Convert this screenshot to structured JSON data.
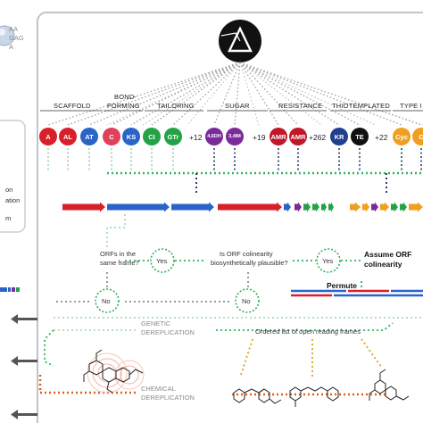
{
  "side_text": {
    "top": [
      "AA",
      "GAG",
      "A"
    ],
    "middle": [
      "on",
      "ation",
      "m"
    ]
  },
  "categories": [
    {
      "id": "scaffold",
      "label": "SCAFFOLD"
    },
    {
      "id": "bond_forming",
      "label_line1": "BOND-",
      "label_line2": "FORMING"
    },
    {
      "id": "tailoring",
      "label": "TAILORING"
    },
    {
      "id": "sugar",
      "label": "SUGAR"
    },
    {
      "id": "resistance",
      "label": "RESISTANCE"
    },
    {
      "id": "thiotemplated",
      "label": "THIOTEMPLATED"
    },
    {
      "id": "type",
      "label": "TYPE I"
    }
  ],
  "domains": [
    {
      "label": "A",
      "color": "#d9202a"
    },
    {
      "label": "AL",
      "color": "#d9202a"
    },
    {
      "label": "AT",
      "color": "#2a64c9"
    },
    {
      "label": "C",
      "color": "#e0405a"
    },
    {
      "label": "KS",
      "color": "#2a64c9"
    },
    {
      "label": "CI",
      "color": "#23a345"
    },
    {
      "label": "GTr",
      "color": "#23a345"
    },
    {
      "label": "4,6DH",
      "color": "#7a2a9a"
    },
    {
      "label": "3,4IM",
      "color": "#7a2a9a"
    },
    {
      "label": "AMR",
      "color": "#c0182a"
    },
    {
      "label": "AMR",
      "color": "#c0182a"
    },
    {
      "label": "KR",
      "color": "#1f3f8f"
    },
    {
      "label": "TE",
      "color": "#111111"
    },
    {
      "label": "Cyc",
      "color": "#f0a020"
    },
    {
      "label": "C",
      "color": "#f0a020"
    }
  ],
  "counts": {
    "tailoring": "+12",
    "sugar": "+19",
    "resistance": "+262",
    "thiotemplated": "+22"
  },
  "flow": {
    "q1": [
      "ORFs in the",
      "same frame?"
    ],
    "q2": [
      "Is ORF colinearity",
      "biosynthetically plausible?"
    ],
    "yes1": "Yes",
    "yes2": "Yes",
    "no1": "No",
    "no2": "No",
    "assume": [
      "Assume ORF",
      "colinearity"
    ],
    "permute": "Permute"
  },
  "dereplication": {
    "genetic": [
      "GENETIC",
      "DEREPLICATION"
    ],
    "chemical": [
      "CHEMICAL",
      "DEREPLICATION"
    ],
    "ordered_list": "Ordered list of open reading frames"
  },
  "colors": {
    "accent_green": "#2fb55a",
    "accent_orange": "#e0601a",
    "panel_border": "#bfc5cc",
    "arrow_red": "#d9202a",
    "arrow_blue": "#2a64c9"
  },
  "icons": [
    "prism-logo-icon",
    "molecule-structure-icon",
    "left-arrow-icon"
  ]
}
